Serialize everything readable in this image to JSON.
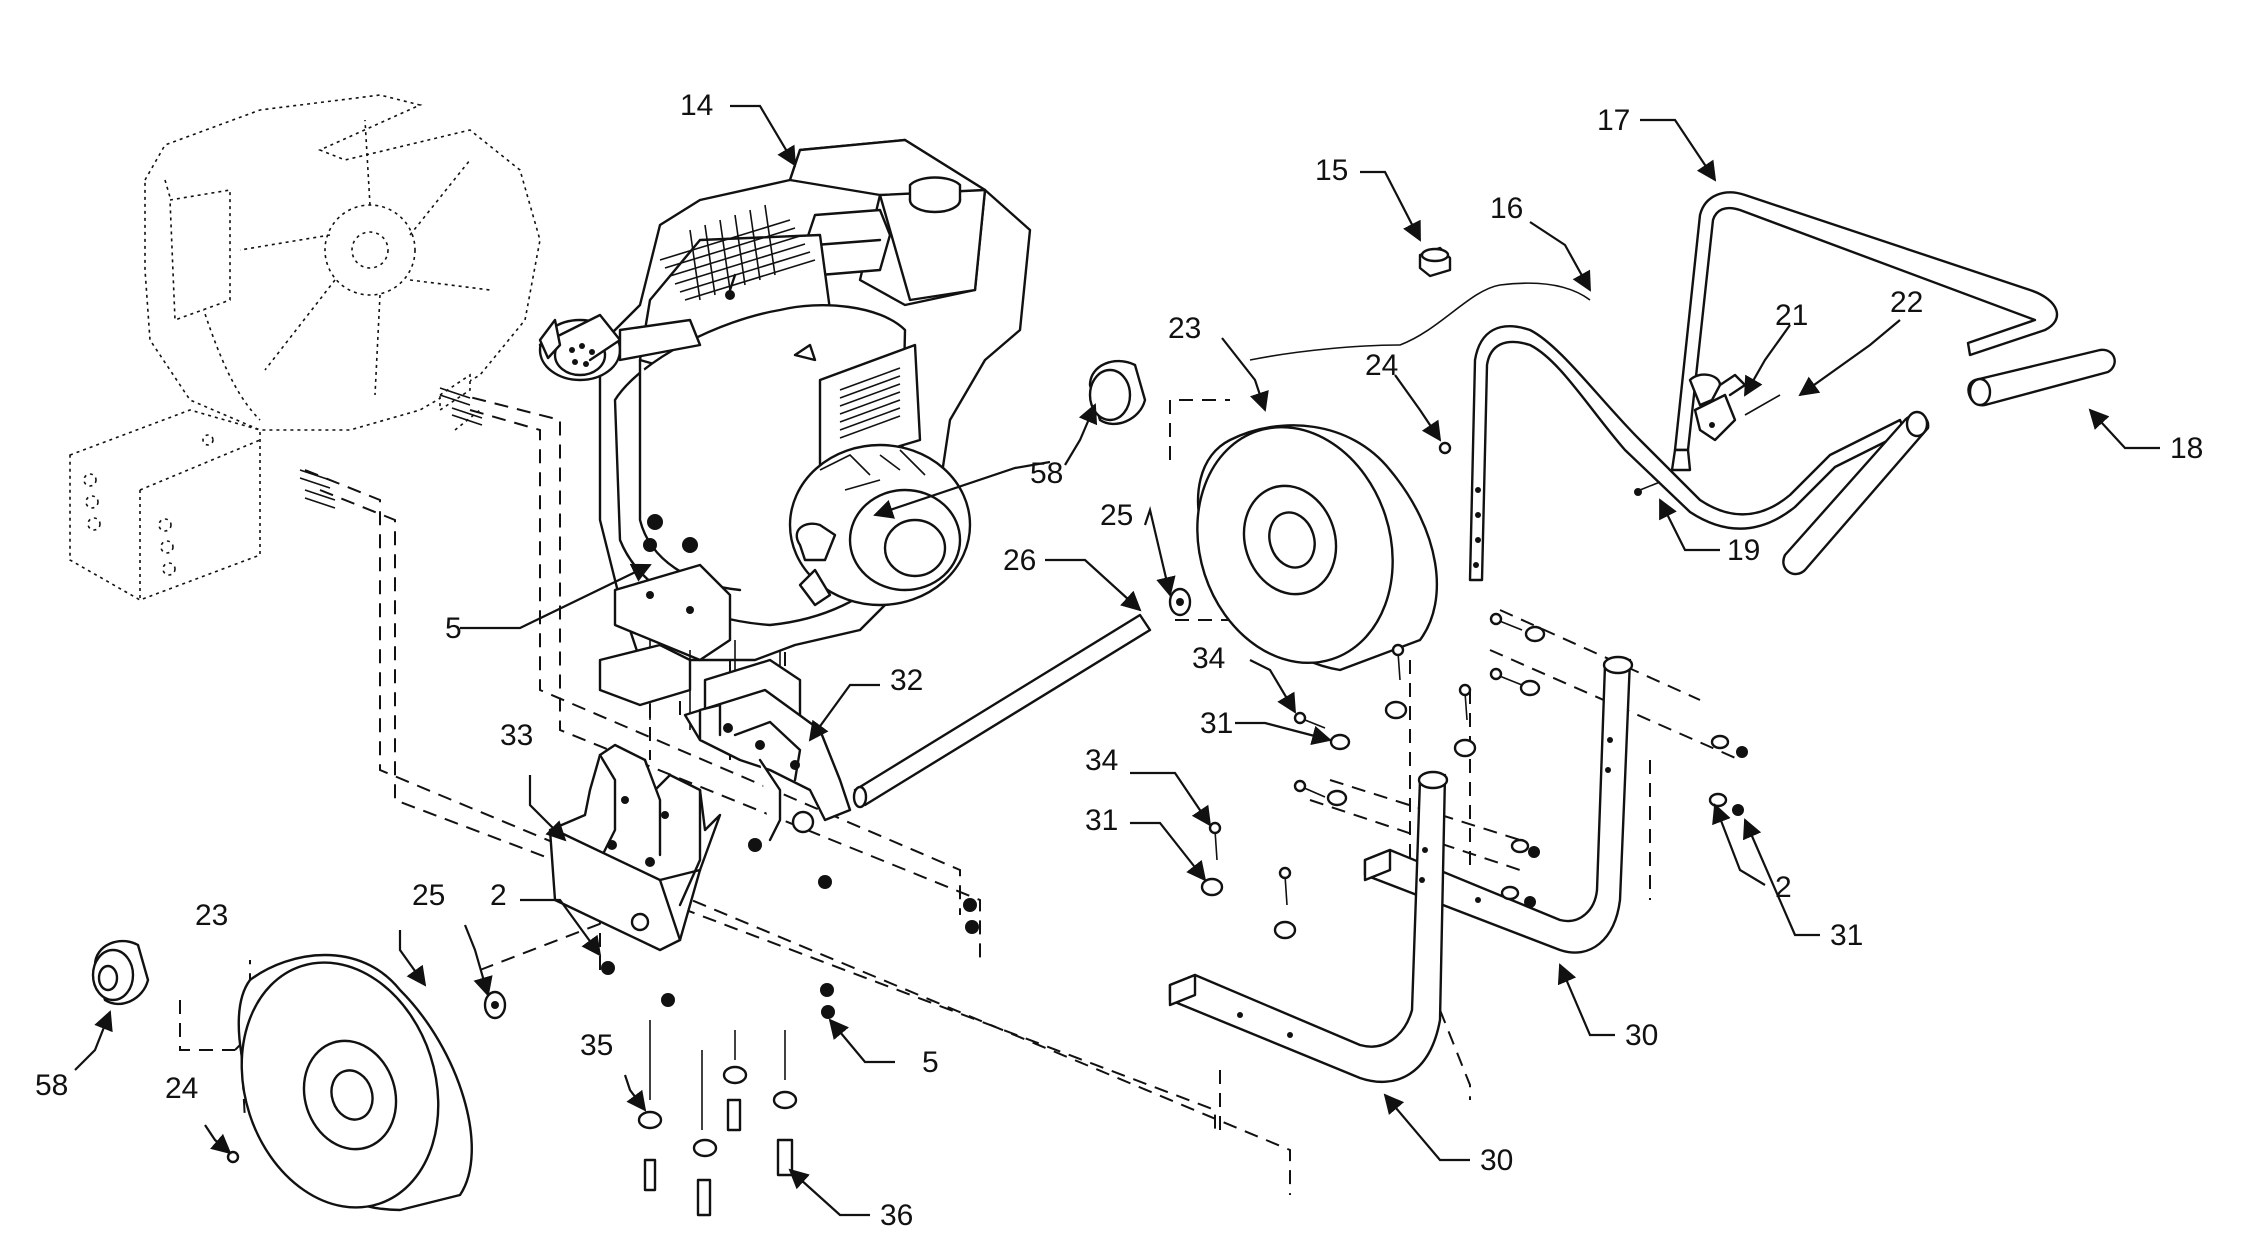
{
  "callouts": {
    "c14": "14",
    "c15": "15",
    "c16": "16",
    "c17": "17",
    "c18": "18",
    "c19": "19",
    "c21": "21",
    "c22": "22",
    "c23a": "23",
    "c23b": "23",
    "c24a": "24",
    "c24b": "24",
    "c25a": "25",
    "c25b": "25",
    "c26": "26",
    "c2a": "2",
    "c2b": "2",
    "c5a": "5",
    "c5b": "5",
    "c30a": "30",
    "c30b": "30",
    "c31a": "31",
    "c31b": "31",
    "c31c": "31",
    "c32": "32",
    "c33": "33",
    "c34a": "34",
    "c34b": "34",
    "c35": "35",
    "c36": "36",
    "c58a": "58",
    "c58b": "58"
  }
}
